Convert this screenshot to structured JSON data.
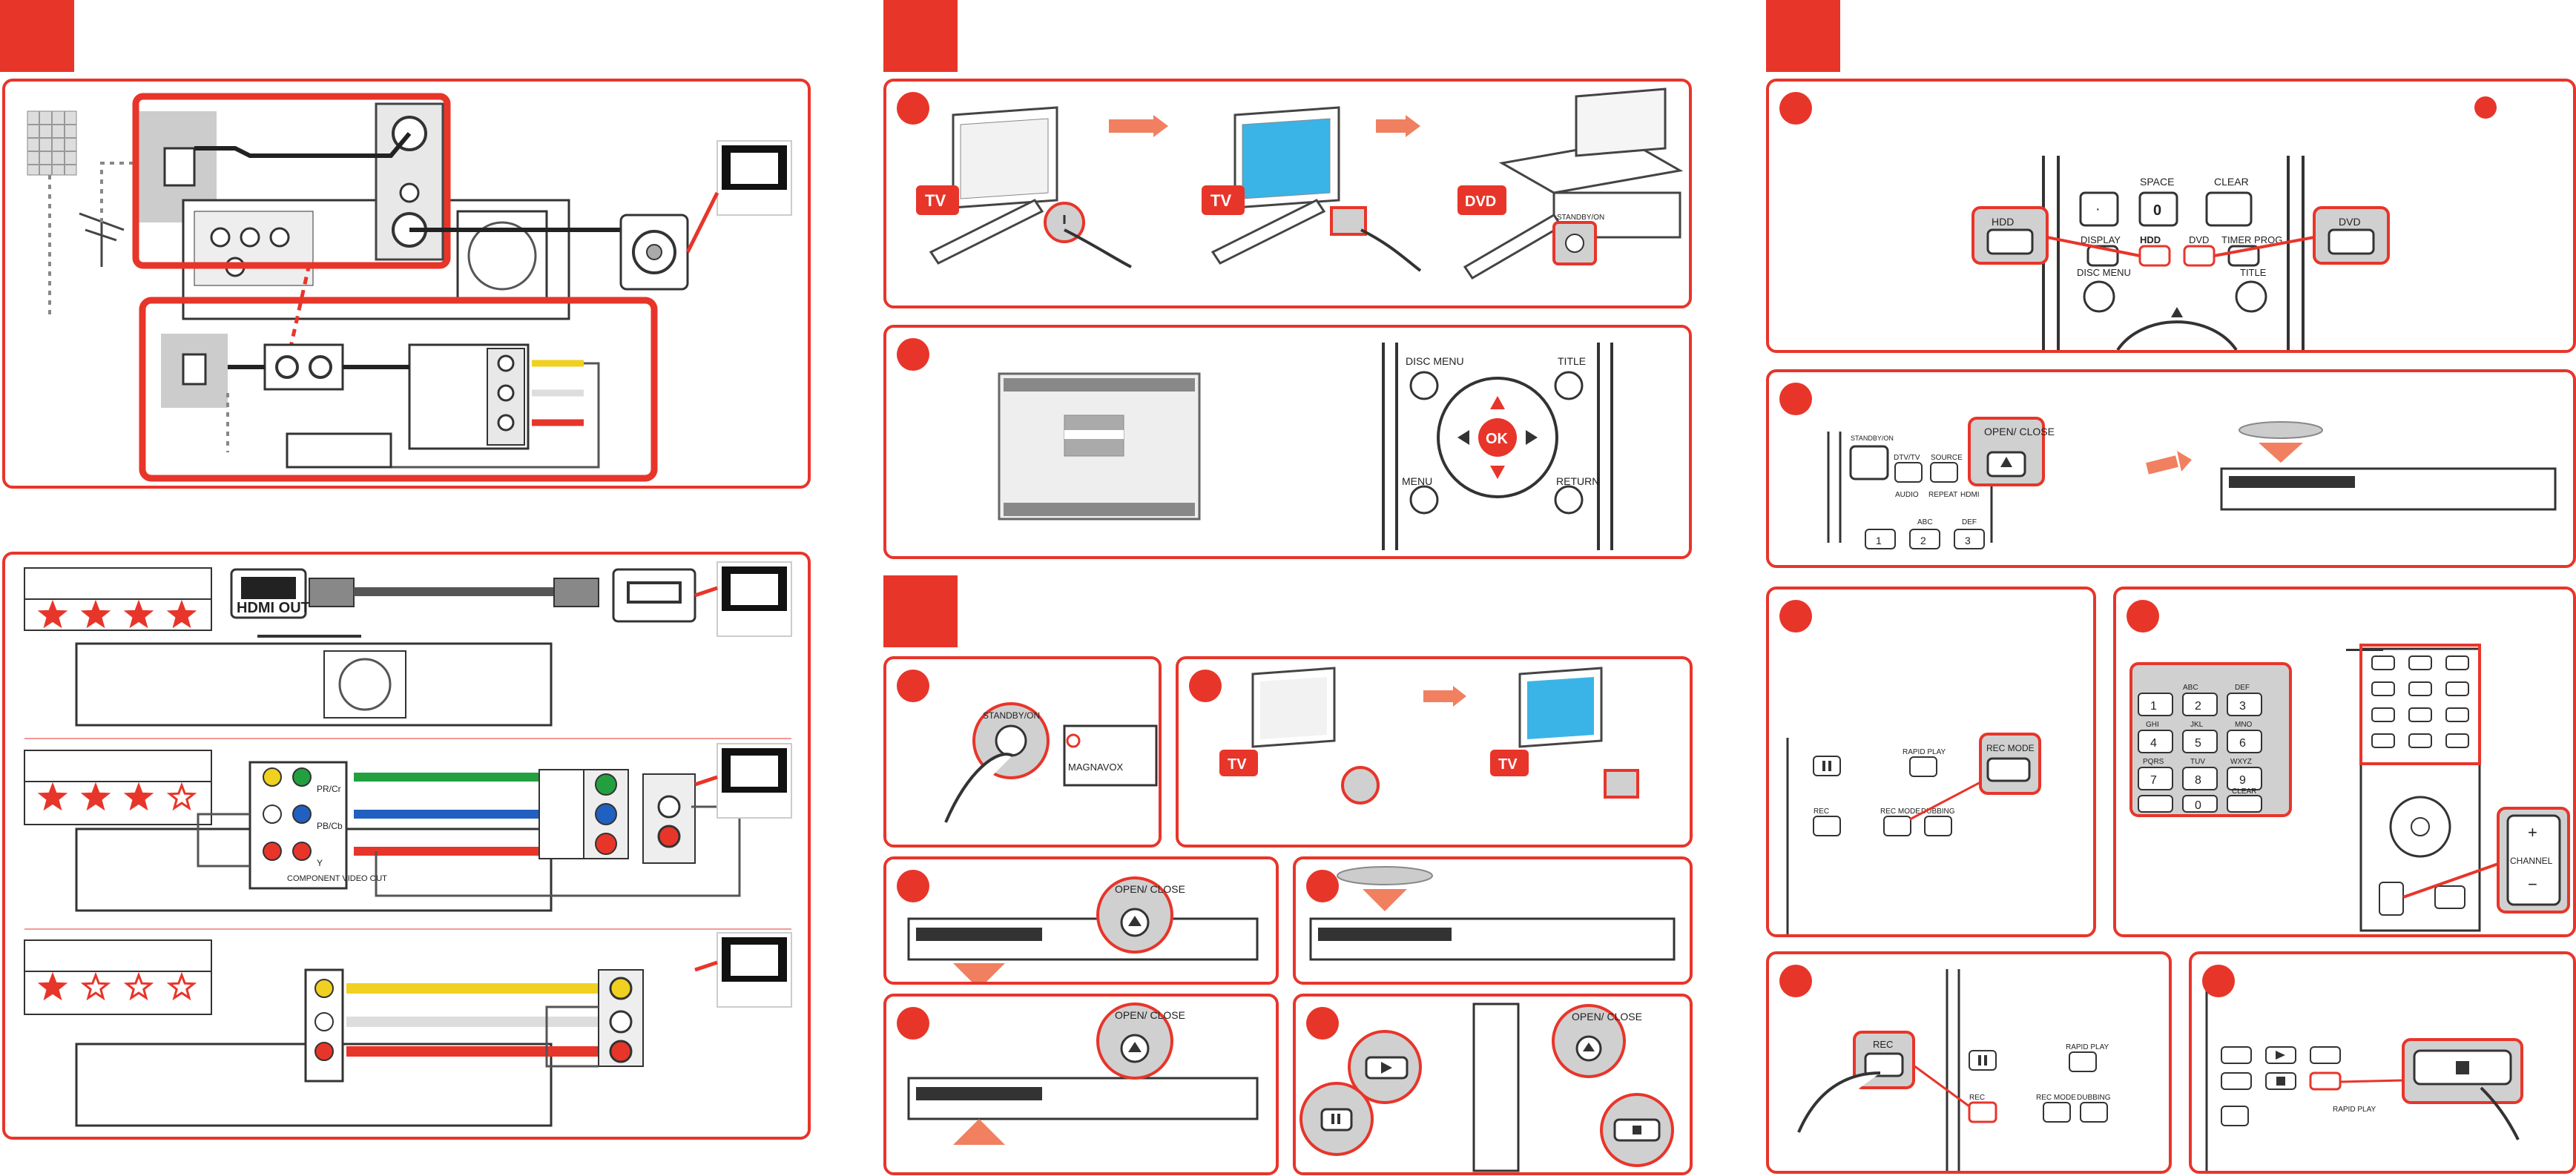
{
  "colors": {
    "accent": "#e8352a",
    "screen_blue": "#3ab4e6",
    "cable_dark": "#333333"
  },
  "labels": {
    "hdmi_out": "HDMI OUT",
    "pr_pb_1": "PR/Cr",
    "pr_pb_2": "PB/Cb",
    "pr_pb_3": "Y",
    "component_video_out": "COMPONENT VIDEO OUT",
    "tv": "TV",
    "dvd": "DVD",
    "standby_on": "STANDBY/ON",
    "disc_menu": "DISC MENU",
    "title": "TITLE",
    "menu": "MENU",
    "return": "RETURN",
    "ok": "OK",
    "open_close": "OPEN/ CLOSE",
    "magnavox": "MAGNAVOX",
    "space": "SPACE",
    "zero": "0",
    "clear": "CLEAR",
    "dot": "·",
    "display": "DISPLAY",
    "hdd": "HDD",
    "timer_prog": "TIMER PROG.",
    "source": "SOURCE",
    "dtv_tv": "DTV/TV",
    "audio": "AUDIO",
    "repeat": "REPEAT",
    "hdmi": "HDMI",
    "abc": "ABC",
    "def": "DEF",
    "rapid_play": "RAPID PLAY",
    "rec_mode": "REC MODE",
    "rec": "REC",
    "dubbing": "DUBBING",
    "channel": "CHANNEL",
    "plus": "+",
    "minus": "−",
    "ghi": "GHI",
    "jkl": "JKL",
    "mno": "MNO",
    "pqrs": "PQRS",
    "tuv": "TUV",
    "wxyz": "WXYZ",
    "one": "1",
    "two": "2",
    "three": "3",
    "four": "4",
    "five": "5",
    "six": "6",
    "seven": "7",
    "eight": "8",
    "nine": "9"
  },
  "ratings": [
    {
      "filled": 4,
      "total": 4
    },
    {
      "filled": 3,
      "total": 4
    },
    {
      "filled": 1,
      "total": 4
    }
  ]
}
